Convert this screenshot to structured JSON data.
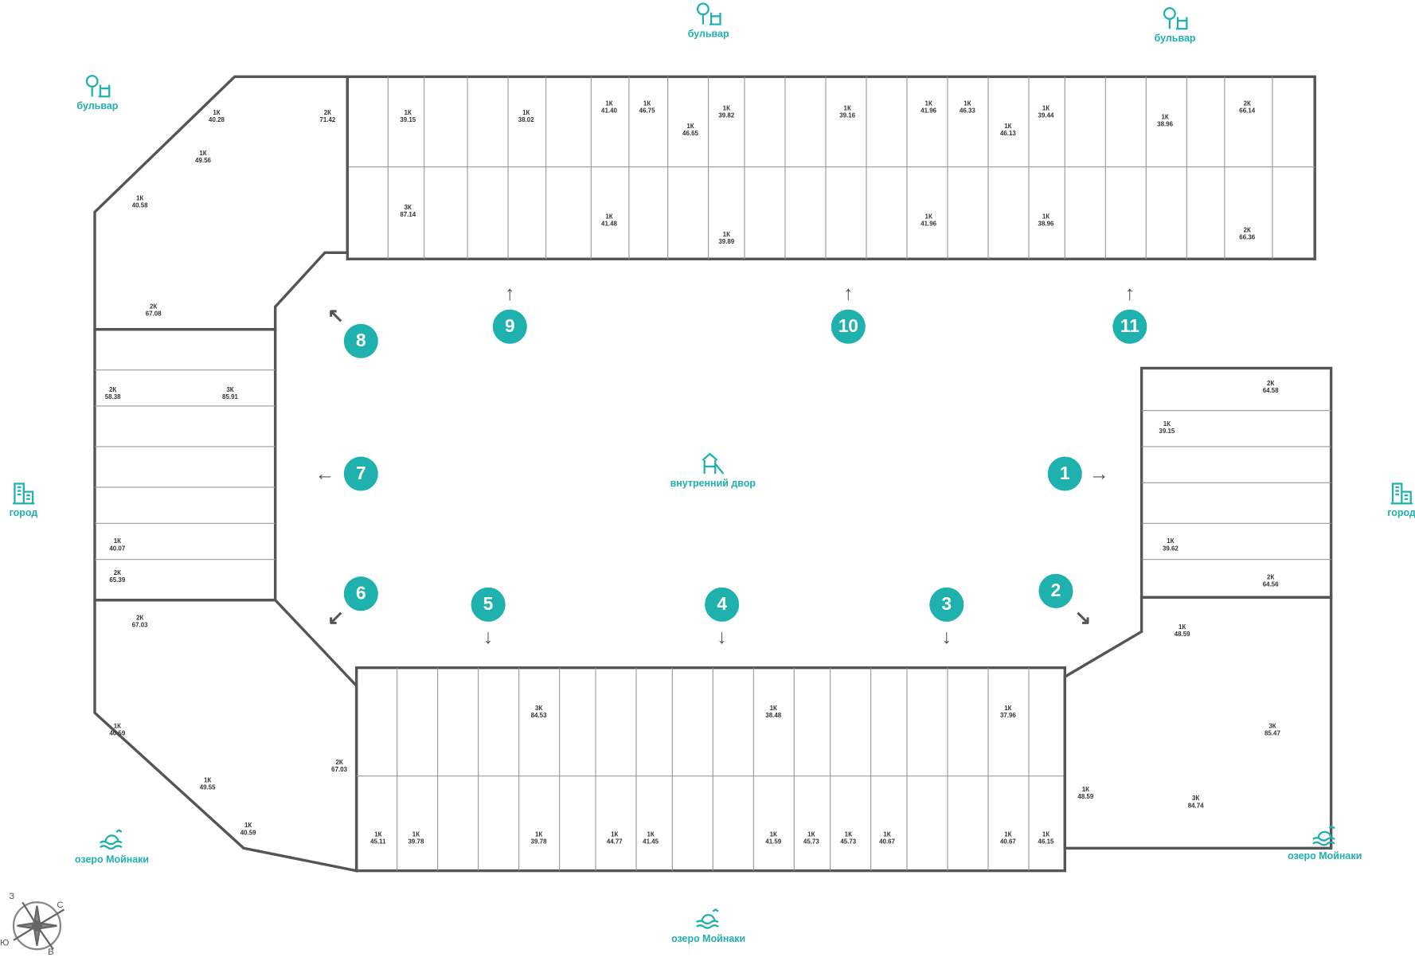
{
  "landmarks": {
    "boulevard": "бульвар",
    "courtyard": "внутренний двор",
    "city": "город",
    "lake": "озеро Мойнаки"
  },
  "compass": {
    "n": "С",
    "s": "Ю",
    "w": "З",
    "e": "В"
  },
  "sections": [
    "1",
    "2",
    "3",
    "4",
    "5",
    "6",
    "7",
    "8",
    "9",
    "10",
    "11"
  ],
  "apartments": [
    {
      "type": "1К",
      "area": "40.28"
    },
    {
      "type": "1К",
      "area": "49.56"
    },
    {
      "type": "2К",
      "area": "71.42"
    },
    {
      "type": "1К",
      "area": "40.58"
    },
    {
      "type": "2К",
      "area": "67.08"
    },
    {
      "type": "1К",
      "area": "39.15"
    },
    {
      "type": "3К",
      "area": "87.14"
    },
    {
      "type": "1К",
      "area": "38.02"
    },
    {
      "type": "1К",
      "area": "41.40"
    },
    {
      "type": "1К",
      "area": "46.75"
    },
    {
      "type": "1К",
      "area": "41.48"
    },
    {
      "type": "1К",
      "area": "46.65"
    },
    {
      "type": "1К",
      "area": "39.82"
    },
    {
      "type": "1К",
      "area": "39.89"
    },
    {
      "type": "1К",
      "area": "39.16"
    },
    {
      "type": "1К",
      "area": "41.96"
    },
    {
      "type": "1К",
      "area": "46.33"
    },
    {
      "type": "1К",
      "area": "41.96"
    },
    {
      "type": "1К",
      "area": "46.13"
    },
    {
      "type": "1К",
      "area": "39.44"
    },
    {
      "type": "1К",
      "area": "38.96"
    },
    {
      "type": "1К",
      "area": "38.96"
    },
    {
      "type": "2К",
      "area": "66.14"
    },
    {
      "type": "2К",
      "area": "66.36"
    },
    {
      "type": "2К",
      "area": "58.38"
    },
    {
      "type": "3К",
      "area": "85.91"
    },
    {
      "type": "1К",
      "area": "40.07"
    },
    {
      "type": "2К",
      "area": "65.39"
    },
    {
      "type": "2К",
      "area": "67.03"
    },
    {
      "type": "1К",
      "area": "40.59"
    },
    {
      "type": "1К",
      "area": "49.55"
    },
    {
      "type": "1К",
      "area": "40.59"
    },
    {
      "type": "2К",
      "area": "67.03"
    },
    {
      "type": "3К",
      "area": "84.53"
    },
    {
      "type": "1К",
      "area": "38.48"
    },
    {
      "type": "1К",
      "area": "37.96"
    },
    {
      "type": "1К",
      "area": "45.11"
    },
    {
      "type": "1К",
      "area": "39.78"
    },
    {
      "type": "1К",
      "area": "39.78"
    },
    {
      "type": "1К",
      "area": "44.77"
    },
    {
      "type": "1К",
      "area": "41.45"
    },
    {
      "type": "1К",
      "area": "41.59"
    },
    {
      "type": "1К",
      "area": "45.73"
    },
    {
      "type": "1К",
      "area": "45.73"
    },
    {
      "type": "1К",
      "area": "40.67"
    },
    {
      "type": "1К",
      "area": "40.67"
    },
    {
      "type": "1К",
      "area": "46.15"
    },
    {
      "type": "2К",
      "area": "64.58"
    },
    {
      "type": "1К",
      "area": "39.15"
    },
    {
      "type": "1К",
      "area": "39.62"
    },
    {
      "type": "2К",
      "area": "64.56"
    },
    {
      "type": "1К",
      "area": "48.59"
    },
    {
      "type": "3К",
      "area": "85.47"
    },
    {
      "type": "1К",
      "area": "48.59"
    },
    {
      "type": "3К",
      "area": "84.74"
    }
  ],
  "colors": {
    "accent": "#1fb1ad",
    "wall": "#555555"
  }
}
